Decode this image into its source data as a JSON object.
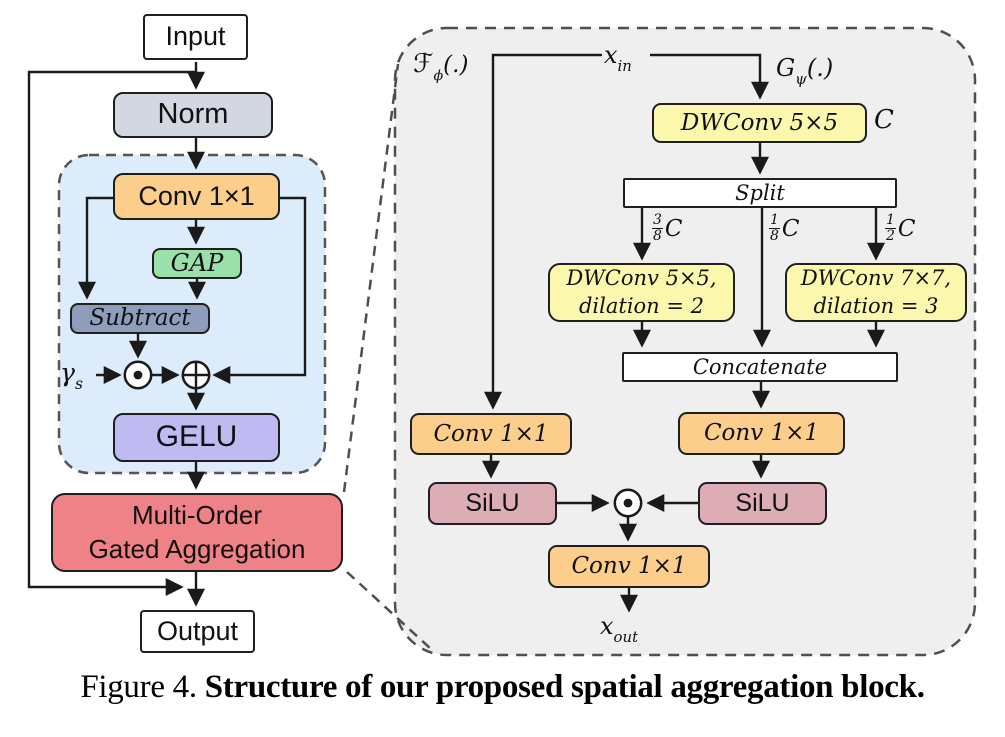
{
  "left": {
    "input": "Input",
    "norm": "Norm",
    "conv": "Conv 1×1",
    "gap": "GAP",
    "subtract": "Subtract",
    "gamma_base": "γ",
    "gamma_sub": "s",
    "gelu": "GELU",
    "moga_line1": "Multi-Order",
    "moga_line2": "Gated Aggregation",
    "output": "Output"
  },
  "right": {
    "f_base": "ℱ",
    "f_sub": "ϕ",
    "f_args": "(.)",
    "x_in_base": "x",
    "x_in_sub": "in",
    "g_base": "G",
    "g_sub": "ψ",
    "g_args": "(.)",
    "dwconv": "DWConv 5×5",
    "channels": "C",
    "split": "Split",
    "branches": [
      {
        "num": "3",
        "den": "8",
        "unit": "C"
      },
      {
        "num": "1",
        "den": "8",
        "unit": "C"
      },
      {
        "num": "1",
        "den": "2",
        "unit": "C"
      }
    ],
    "dilconv1_line1": "DWConv 5×5,",
    "dilconv1_line2": "dilation = 2",
    "dilconv2_line1": "DWConv 7×7,",
    "dilconv2_line2": "dilation = 3",
    "concatenate": "Concatenate",
    "conv_left": "Conv 1×1",
    "conv_right": "Conv 1×1",
    "conv_bottom": "Conv 1×1",
    "silu_left": "SiLU",
    "silu_right": "SiLU",
    "x_out_base": "x",
    "x_out_sub": "out"
  },
  "caption": {
    "prefix": "Figure 4. ",
    "text": "Structure of our proposed spatial aggregation block."
  },
  "colors": {
    "blue_panel": "#ddecfa",
    "gray_panel": "#efeff0",
    "norm": "#d2d7e2",
    "orange": "#fcce8c",
    "green": "#9bdfaa",
    "slate": "#8f9dbc",
    "purple": "#bfbaf1",
    "red": "#ee8287",
    "yellow": "#fbf7ad",
    "pink": "#dcadb5",
    "white": "#ffffff"
  }
}
